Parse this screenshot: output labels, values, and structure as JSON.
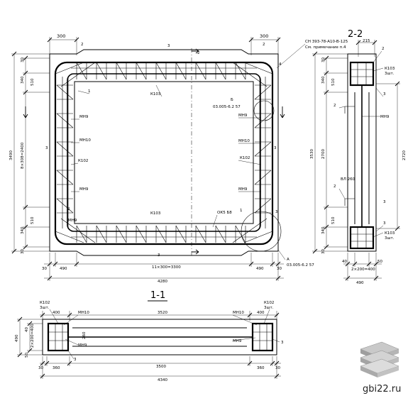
{
  "plan": {
    "dims_top": [
      "300",
      "300"
    ],
    "dims_left": [
      "30",
      "340",
      "510",
      "8×308=2400",
      "3490",
      "510",
      "340",
      "30"
    ],
    "dims_bottom": [
      "30",
      "490",
      "11×300=3300",
      "490",
      "30",
      "4280"
    ],
    "labels": [
      "К103",
      "К102",
      "К103",
      "МН9",
      "МН10",
      "МН9",
      "МН10",
      "К102",
      "МН9",
      "МН9",
      "ОК5 Б8",
      "МН9",
      "1",
      "1",
      "2",
      "2",
      "3",
      "3",
      "3",
      "3",
      "3",
      "4",
      "Б",
      "А",
      "2",
      "2"
    ],
    "note_top": "СН 393-78-А10-В-125",
    "note_top2": "См. примечание п.4",
    "ref_b": "03.005-6.2 57",
    "ref_a": "03.005-6.2 57"
  },
  "section22": {
    "title": "2-2",
    "dims_top": [
      "215"
    ],
    "dims_left": [
      "30",
      "340",
      "510",
      "2700",
      "3530",
      "510",
      "340",
      "30"
    ],
    "dims_right": [
      "2720"
    ],
    "dims_bottom": [
      "40",
      "2×200=400",
      "50",
      "490"
    ],
    "labels": [
      "К103",
      "3шт.",
      "К103",
      "3шт.",
      "МН9",
      "ВЛ 260",
      "2",
      "2",
      "3",
      "3",
      "3",
      "2"
    ]
  },
  "section11": {
    "title": "1-1",
    "dims_top": [
      "400",
      "3520",
      "400"
    ],
    "dims_left": [
      "490",
      "2×200=400",
      "40",
      "50"
    ],
    "dims_bottom": [
      "30",
      "360",
      "3500",
      "360",
      "30",
      "4340"
    ],
    "labels": [
      "К102",
      "3шт.",
      "МН10",
      "МН9",
      "260",
      "МН10",
      "МН9",
      "К102",
      "3шт.",
      "3",
      "3"
    ]
  },
  "watermark": {
    "text": "gbi22.ru"
  }
}
